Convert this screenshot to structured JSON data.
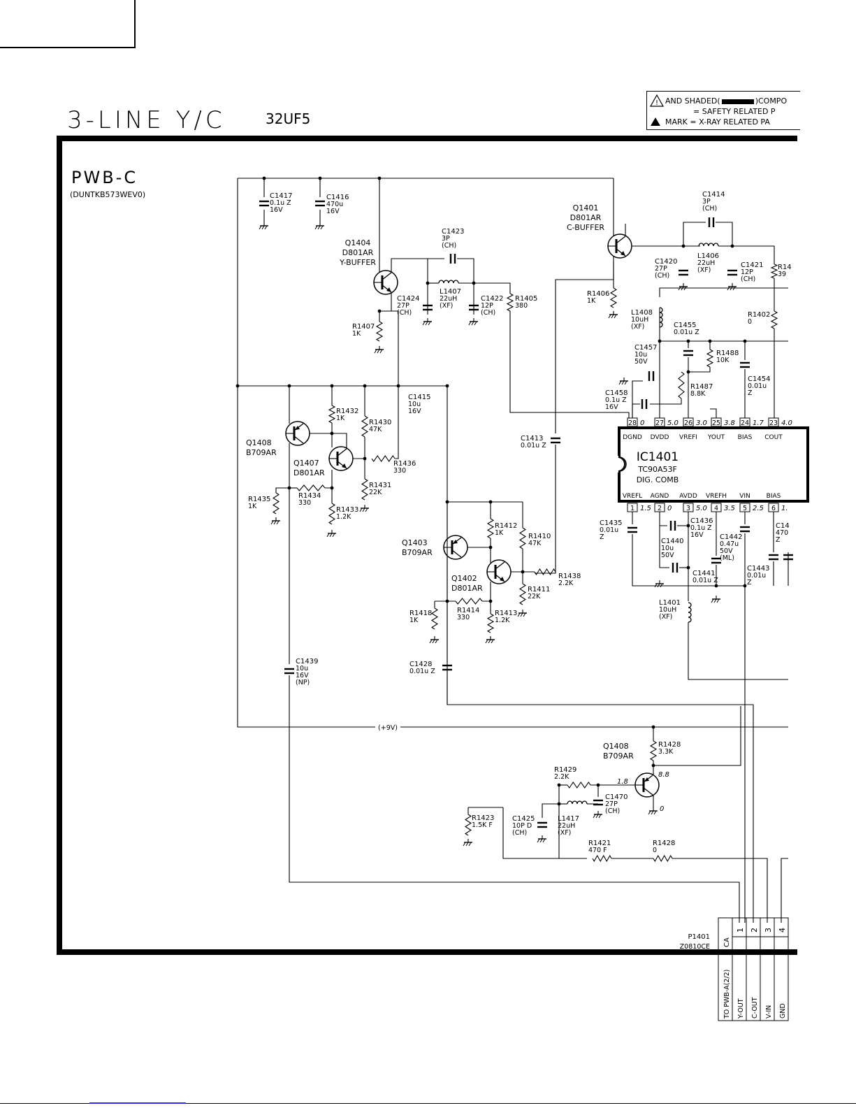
{
  "header": {
    "title": "3-LINE Y/C",
    "model": "32UF5",
    "legend_line1": "AND SHADED(",
    "legend_line1_end": ")COMPO",
    "legend_line2": "= SAFETY RELATED P",
    "legend_line3": "MARK = X-RAY RELATED PA"
  },
  "board": {
    "name": "PWB-C",
    "part": "(DUNTKB573WEV0)"
  },
  "ic": {
    "ref": "IC1401",
    "part": "TC90A53F",
    "function": "DIG. COMB",
    "top_pins": [
      {
        "num": "28",
        "v": "0",
        "name": "DGND"
      },
      {
        "num": "27",
        "v": "5.0",
        "name": "DVDD"
      },
      {
        "num": "26",
        "v": "3.0",
        "name": "VREFI"
      },
      {
        "num": "25",
        "v": "3.8",
        "name": "YOUT"
      },
      {
        "num": "24",
        "v": "1.7",
        "name": "BIAS"
      },
      {
        "num": "23",
        "v": "4.0",
        "name": "COUT"
      }
    ],
    "bottom_pins": [
      {
        "num": "1",
        "v": "1.5",
        "name": "VREFL"
      },
      {
        "num": "2",
        "v": "0",
        "name": "AGND"
      },
      {
        "num": "3",
        "v": "5.0",
        "name": "AVDD"
      },
      {
        "num": "4",
        "v": "3.5",
        "name": "VREFH"
      },
      {
        "num": "5",
        "v": "2.5",
        "name": "VIN"
      },
      {
        "num": "6",
        "v": "1.",
        "name": "BIAS"
      }
    ]
  },
  "transistors": [
    {
      "ref": "Q1404",
      "part": "D801AR",
      "role": "Y-BUFFER"
    },
    {
      "ref": "Q1401",
      "part": "D801AR",
      "role": "C-BUFFER"
    },
    {
      "ref": "Q1408",
      "part": "B709AR"
    },
    {
      "ref": "Q1407",
      "part": "D801AR"
    },
    {
      "ref": "Q1403",
      "part": "B709AR"
    },
    {
      "ref": "Q1402",
      "part": "D801AR"
    },
    {
      "ref": "Q1408",
      "part": "B709AR",
      "v_base": "1.8",
      "v_emitter": "8.8",
      "v_collector": "0"
    }
  ],
  "components": [
    {
      "ref": "C1417",
      "l1": "0.1u Z",
      "l2": "16V"
    },
    {
      "ref": "C1416",
      "l1": "470u",
      "l2": "16V"
    },
    {
      "ref": "C1423",
      "l1": "3P",
      "l2": "(CH)"
    },
    {
      "ref": "C1424",
      "l1": "27P",
      "l2": "(CH)"
    },
    {
      "ref": "L1407",
      "l1": "22uH",
      "l2": "(XF)"
    },
    {
      "ref": "C1422",
      "l1": "12P",
      "l2": "(CH)"
    },
    {
      "ref": "R1405",
      "l1": "380",
      "l2": ""
    },
    {
      "ref": "R1407",
      "l1": "1K",
      "l2": ""
    },
    {
      "ref": "C1414",
      "l1": "3P",
      "l2": "(CH)"
    },
    {
      "ref": "C1420",
      "l1": "27P",
      "l2": "(CH)"
    },
    {
      "ref": "L1406",
      "l1": "22uH",
      "l2": "(XF)"
    },
    {
      "ref": "C1421",
      "l1": "12P",
      "l2": "(CH)"
    },
    {
      "ref": "R14",
      "l1": "39",
      "l2": ""
    },
    {
      "ref": "R1406",
      "l1": "1K",
      "l2": ""
    },
    {
      "ref": "L1408",
      "l1": "10uH",
      "l2": "(XF)"
    },
    {
      "ref": "R1402",
      "l1": "0",
      "l2": ""
    },
    {
      "ref": "C1455",
      "l1": "0.01u Z",
      "l2": ""
    },
    {
      "ref": "C1457",
      "l1": "10u",
      "l2": "50V"
    },
    {
      "ref": "R1488",
      "l1": "10K",
      "l2": ""
    },
    {
      "ref": "C1454",
      "l1": "0.01u",
      "l2": "Z"
    },
    {
      "ref": "R1487",
      "l1": "8.8K",
      "l2": ""
    },
    {
      "ref": "C1458",
      "l1": "0.1u Z",
      "l2": "16V"
    },
    {
      "ref": "C1415",
      "l1": "10u",
      "l2": "16V"
    },
    {
      "ref": "R1432",
      "l1": "1K",
      "l2": ""
    },
    {
      "ref": "R1430",
      "l1": "47K",
      "l2": ""
    },
    {
      "ref": "R1436",
      "l1": "330",
      "l2": ""
    },
    {
      "ref": "R1431",
      "l1": "22K",
      "l2": ""
    },
    {
      "ref": "R1434",
      "l1": "330",
      "l2": ""
    },
    {
      "ref": "R1433",
      "l1": "1.2K",
      "l2": ""
    },
    {
      "ref": "R1435",
      "l1": "1K",
      "l2": ""
    },
    {
      "ref": "C1413",
      "l1": "0.01u Z",
      "l2": ""
    },
    {
      "ref": "R1412",
      "l1": "1K",
      "l2": ""
    },
    {
      "ref": "R1410",
      "l1": "47K",
      "l2": ""
    },
    {
      "ref": "R1438",
      "l1": "2.2K",
      "l2": ""
    },
    {
      "ref": "R1411",
      "l1": "22K",
      "l2": ""
    },
    {
      "ref": "R1414",
      "l1": "330",
      "l2": ""
    },
    {
      "ref": "R1413",
      "l1": "1.2K",
      "l2": ""
    },
    {
      "ref": "R1418",
      "l1": "1K",
      "l2": ""
    },
    {
      "ref": "C1428",
      "l1": "0.01u Z",
      "l2": ""
    },
    {
      "ref": "C1439",
      "l1": "10u",
      "l2": "16V",
      "l3": "(NP)"
    },
    {
      "ref": "C1435",
      "l1": "0.01u",
      "l2": "Z"
    },
    {
      "ref": "C1436",
      "l1": "0.1u Z",
      "l2": "16V"
    },
    {
      "ref": "C1440",
      "l1": "10u",
      "l2": "50V"
    },
    {
      "ref": "C1442",
      "l1": "0.47u",
      "l2": "50V",
      "l3": "(ML)"
    },
    {
      "ref": "C1441",
      "l1": "0.01u Z",
      "l2": ""
    },
    {
      "ref": "C1443",
      "l1": "0.01u",
      "l2": "Z"
    },
    {
      "ref": "C14",
      "l1": "470",
      "l2": "Z"
    },
    {
      "ref": "L1401",
      "l1": "10uH",
      "l2": "(XF)"
    },
    {
      "ref": "R1428",
      "l1": "3.3K",
      "l2": ""
    },
    {
      "ref": "R1429",
      "l1": "2.2K",
      "l2": ""
    },
    {
      "ref": "C1470",
      "l1": "27P",
      "l2": "(CH)"
    },
    {
      "ref": "R1423",
      "l1": "1.5K F",
      "l2": ""
    },
    {
      "ref": "C1425",
      "l1": "10P D",
      "l2": "(CH)"
    },
    {
      "ref": "L1417",
      "l1": "22uH",
      "l2": "(XF)"
    },
    {
      "ref": "R1421",
      "l1": "470 F",
      "l2": ""
    },
    {
      "ref": "R1428",
      "l1": "0",
      "l2": ""
    }
  ],
  "rail_label": "(+9V)",
  "connector": {
    "ref": "P1401",
    "part": "Z0810CE",
    "ca": "CA",
    "to": "TO PWB-A(2/2)",
    "pins": [
      {
        "num": "1",
        "signal": "Y-OUT"
      },
      {
        "num": "2",
        "signal": "C-OUT"
      },
      {
        "num": "3",
        "signal": "V-IN"
      },
      {
        "num": "4",
        "signal": "GND"
      }
    ]
  }
}
